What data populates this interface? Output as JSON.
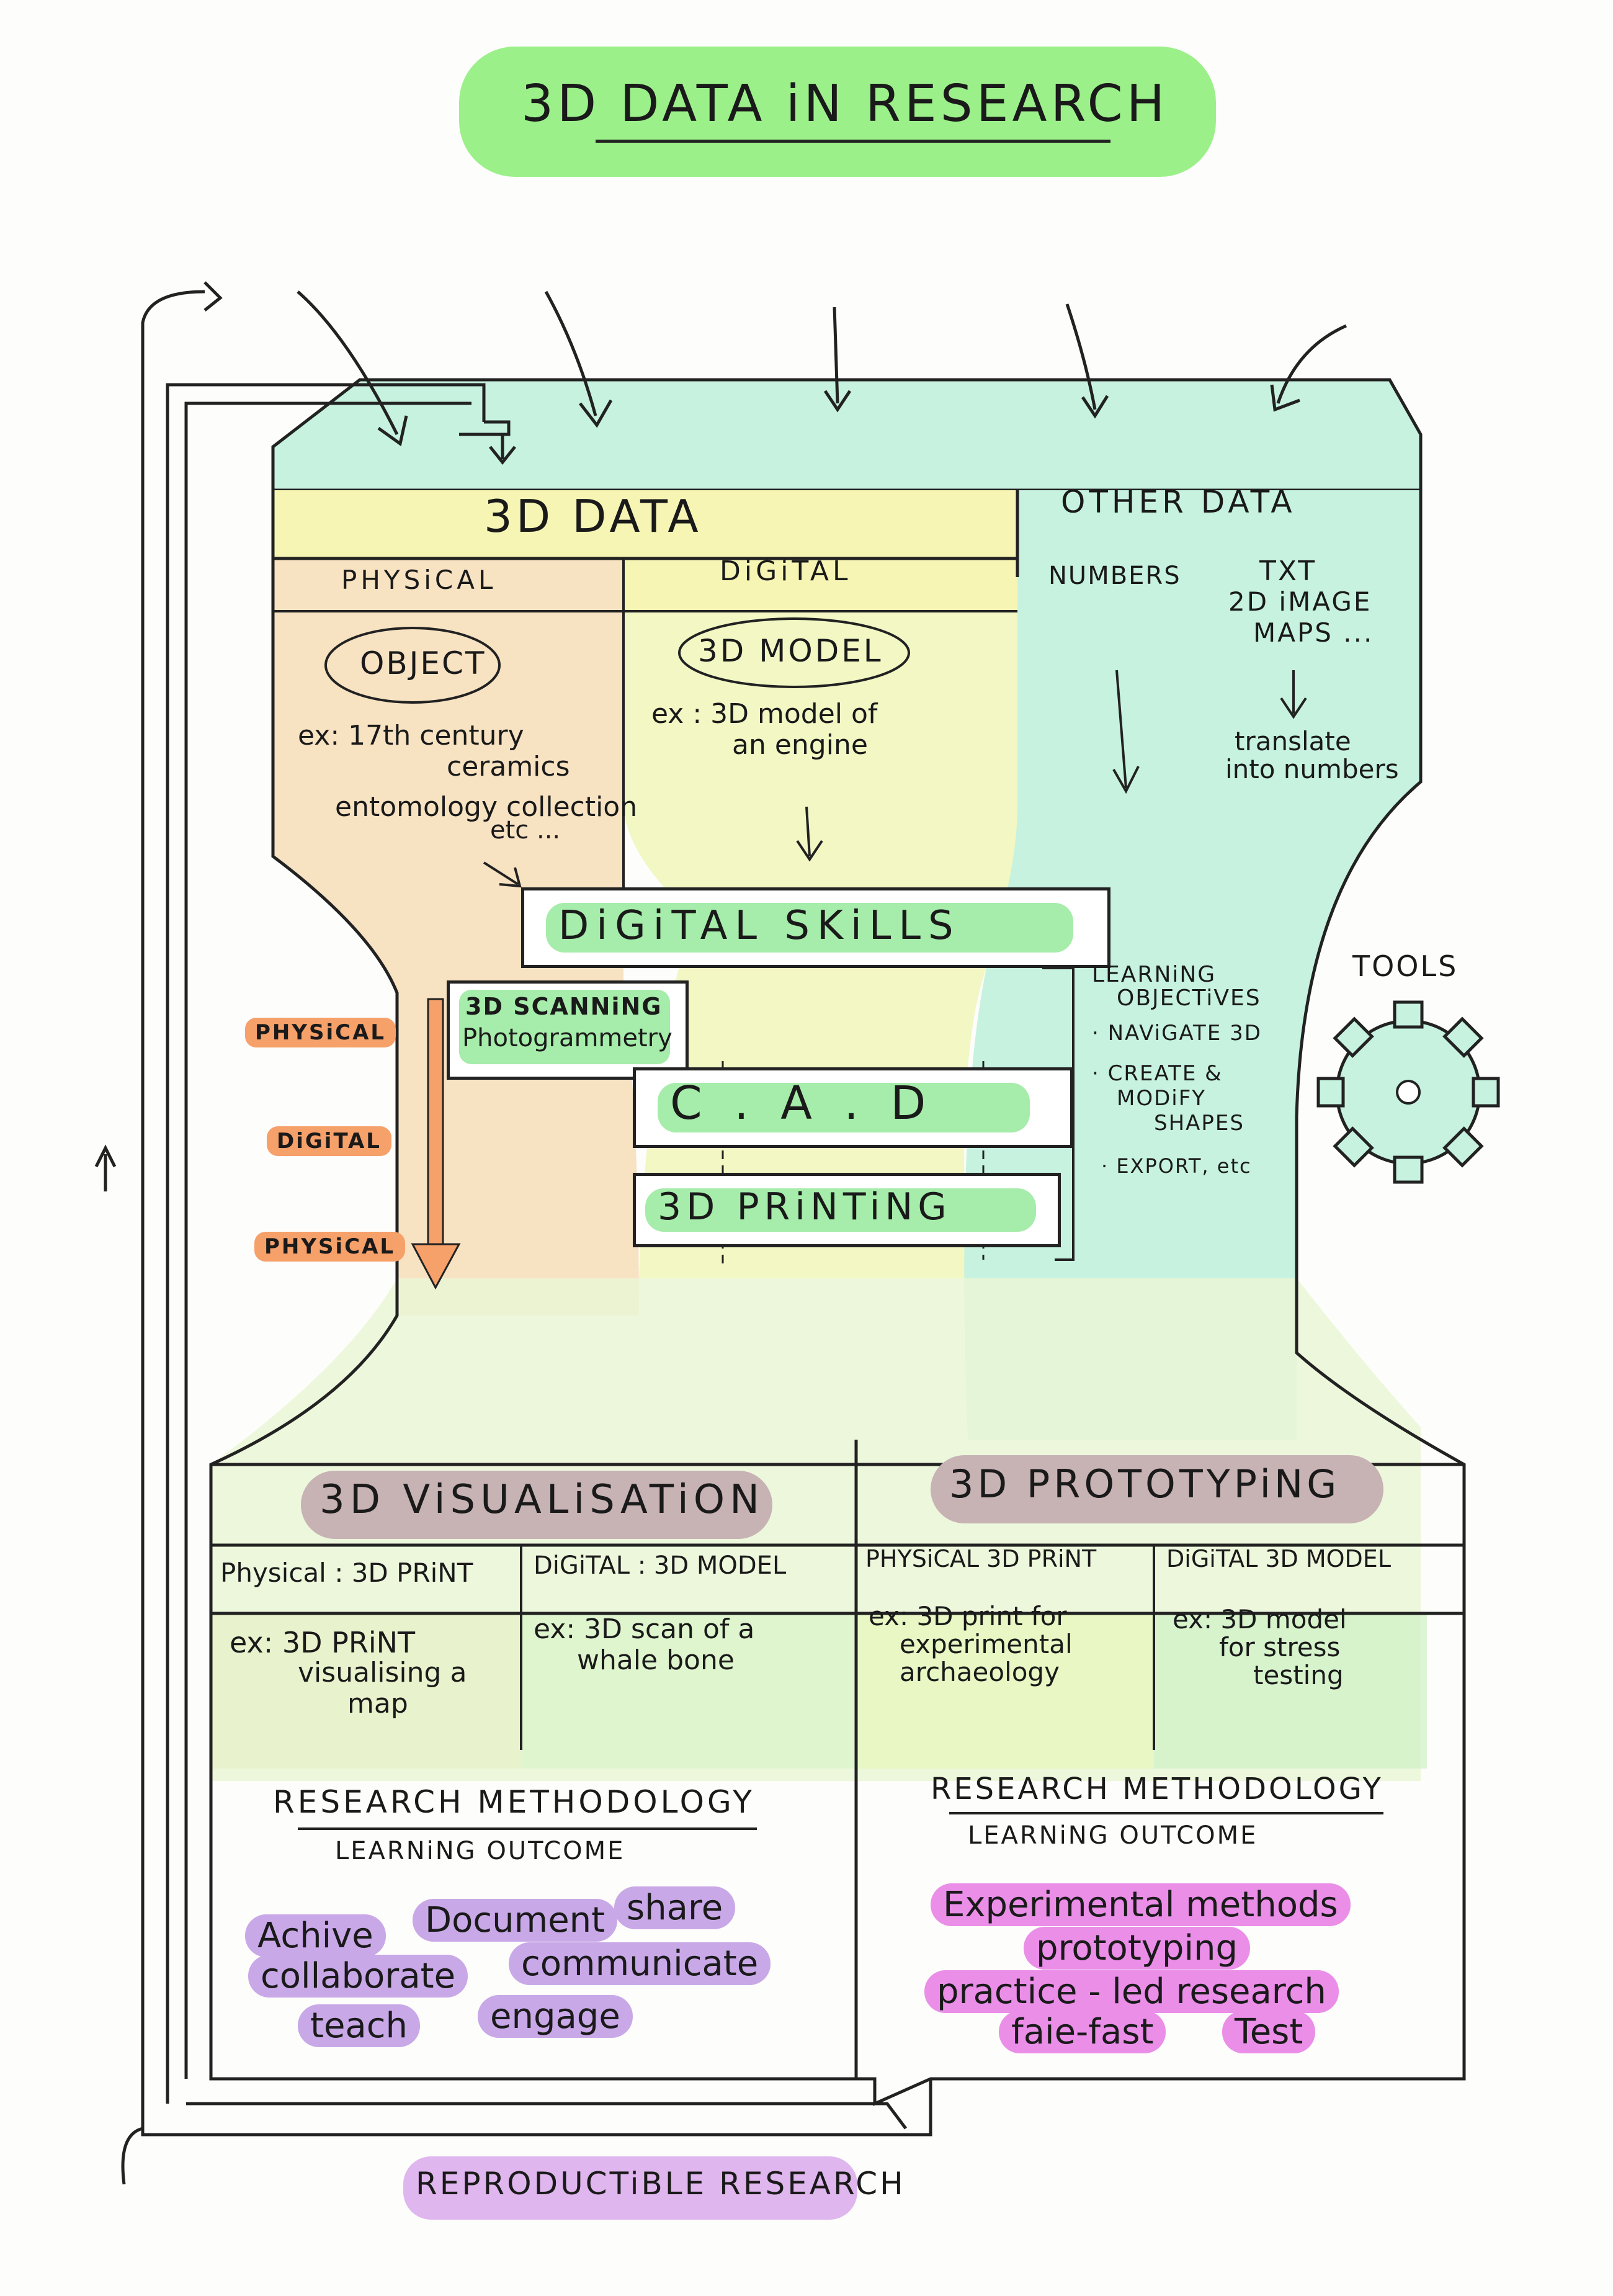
{
  "title": "3D DATA  iN  RESEARCH",
  "top": {
    "data3d": "3D   DATA",
    "other_data": "OTHER      DATA",
    "physical": "PHYSiCAL",
    "digital": "DiGiTAL",
    "object": "OBJECT",
    "object_ex_line1": "ex: 17th century",
    "object_ex_line2": "ceramics",
    "object_ex_line3": "entomology collection",
    "object_ex_line4": "etc ...",
    "model": "3D  MODEL",
    "model_ex_line1": "ex : 3D model of",
    "model_ex_line2": "an engine",
    "numbers": "NUMBERS",
    "txt_line1": "TXT",
    "txt_line2": "2D iMAGE",
    "txt_line3": "MAPS ...",
    "translate_line1": "translate",
    "translate_line2": "into numbers"
  },
  "skills": {
    "digital_skills": "DiGiTAL   SKiLLS",
    "scanning_line1": "3D SCANNiNG",
    "scanning_line2": "Photogrammetry",
    "cad": "C .  A .  D",
    "printing": "3D   PRiNTiNG",
    "tag_physical_1": "PHYSiCAL",
    "tag_digital": "DiGiTAL",
    "tag_physical_2": "PHYSiCAL",
    "learning_objectives_line1": "LEARNiNG",
    "learning_objectives_line2": "OBJECTiVES",
    "objective_1": "· NAViGATE 3D",
    "objective_2_line1": "· CREATE &",
    "objective_2_line2": "MODiFY",
    "objective_2_line3": "SHAPES",
    "objective_3": "· EXPORT, etc",
    "tools": "TOOLS",
    "gear_icon": "gear-icon"
  },
  "bottom": {
    "visualisation": "3D   ViSUALiSATiON",
    "prototyping": "3D   PROTOTYPiNG",
    "col1_head": "Physical : 3D PRiNT",
    "col2_head": "DiGiTAL : 3D MODEL",
    "col3_head": "PHYSiCAL  3D PRiNT",
    "col4_head": "DiGiTAL   3D MODEL",
    "col1_ex_line1": "ex: 3D PRiNT",
    "col1_ex_line2": "visualising a",
    "col1_ex_line3": "map",
    "col2_ex_line1": "ex: 3D scan of a",
    "col2_ex_line2": "whale bone",
    "col3_ex_line1": "ex: 3D print for",
    "col3_ex_line2": "experimental",
    "col3_ex_line3": "archaeology",
    "col4_ex_line1": "ex: 3D model",
    "col4_ex_line2": "for stress",
    "col4_ex_line3": "testing",
    "method_left": "RESEARCH    METHODOLOGY",
    "outcome_left": "LEARNiNG     OUTCOME",
    "method_right": "RESEARCH    METHODOLOGY",
    "outcome_right": "LEARNiNG     OUTCOME",
    "left_outcomes": [
      "Achive",
      "Document",
      "share",
      "collaborate",
      "communicate",
      "teach",
      "engage"
    ],
    "right_outcomes": [
      "Experimental   methods",
      "prototyping",
      "practice - led research",
      "faie-fast",
      "Test"
    ]
  },
  "footer": "REPRODUCTiBLE  RESEARCH",
  "colors": {
    "title_bg": "#9cf08a",
    "mint": "#c6f2df",
    "yellow": "#f6f5b4",
    "peach": "#f7e2c2",
    "lightyellow": "#f2f7c4",
    "green_hl": "#a6ecaa",
    "grey_hl": "#c7b2b4",
    "tag": "#f6a06a",
    "purple": "#c9a8e8",
    "magenta": "#ea8ee8"
  }
}
